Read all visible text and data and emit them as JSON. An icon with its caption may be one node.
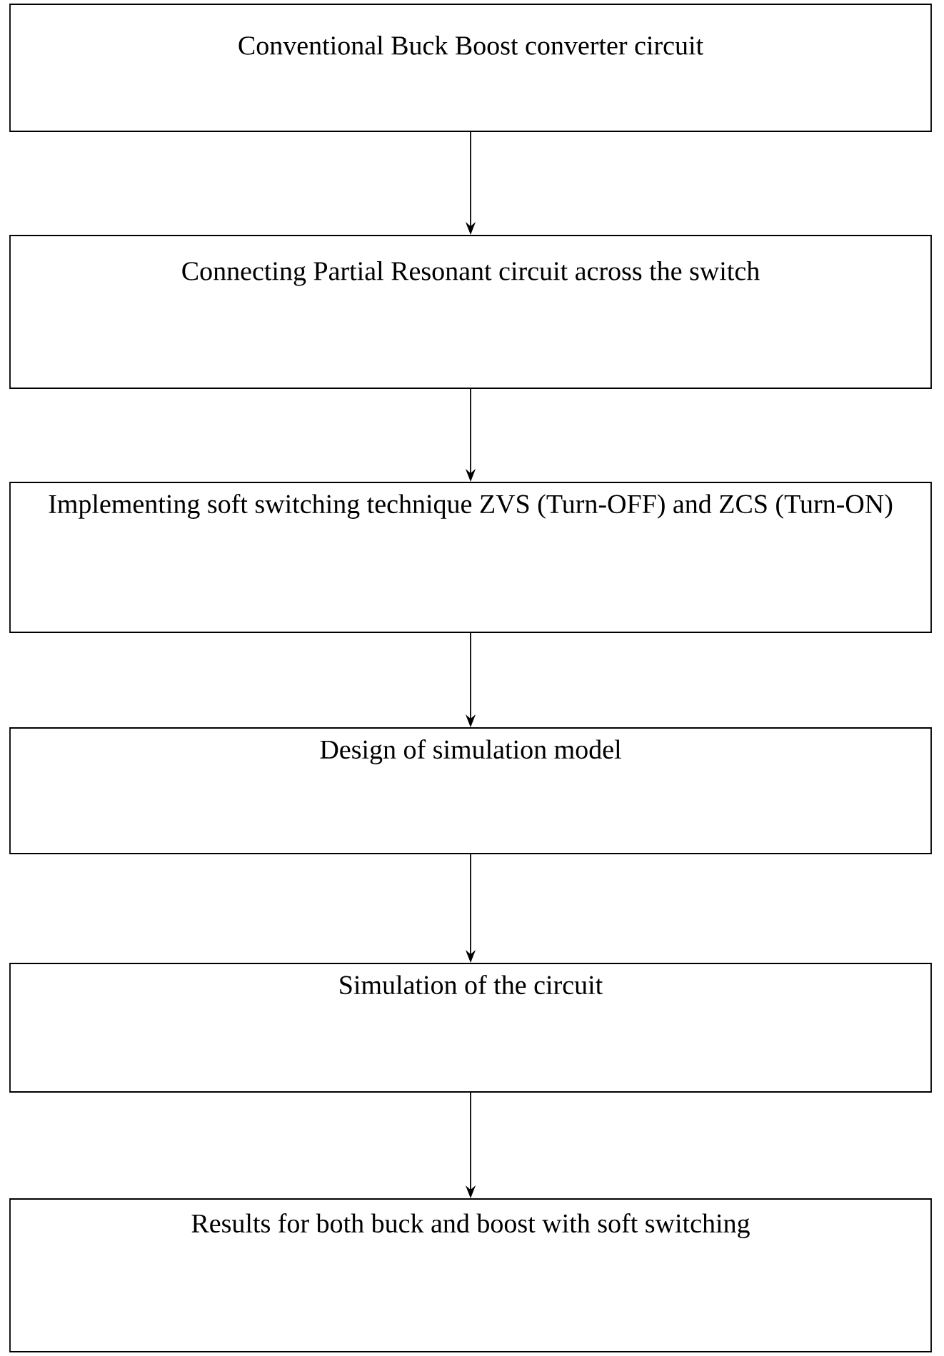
{
  "diagram": {
    "nodes": [
      {
        "text": [
          "Conventional Buck Boost converter circuit"
        ]
      },
      {
        "text": [
          "Connecting Partial Resonant circuit across the switch"
        ]
      },
      {
        "text": [
          "Implementing soft switching technique ZVS (Turn-OFF) and ZCS (Turn-ON)"
        ]
      },
      {
        "text": [
          "Design of simulation model"
        ]
      },
      {
        "text": [
          "Simulation of the circuit"
        ]
      },
      {
        "text": [
          "Results for both buck and boost with soft switching"
        ]
      }
    ],
    "edges": [
      {
        "from": 0,
        "to": 1,
        "arrow": "to"
      },
      {
        "from": 1,
        "to": 2,
        "arrow": "to"
      },
      {
        "from": 2,
        "to": 3,
        "arrow": "to"
      },
      {
        "from": 3,
        "to": 4,
        "arrow": "to"
      },
      {
        "from": 4,
        "to": 5,
        "arrow": "to"
      }
    ]
  }
}
